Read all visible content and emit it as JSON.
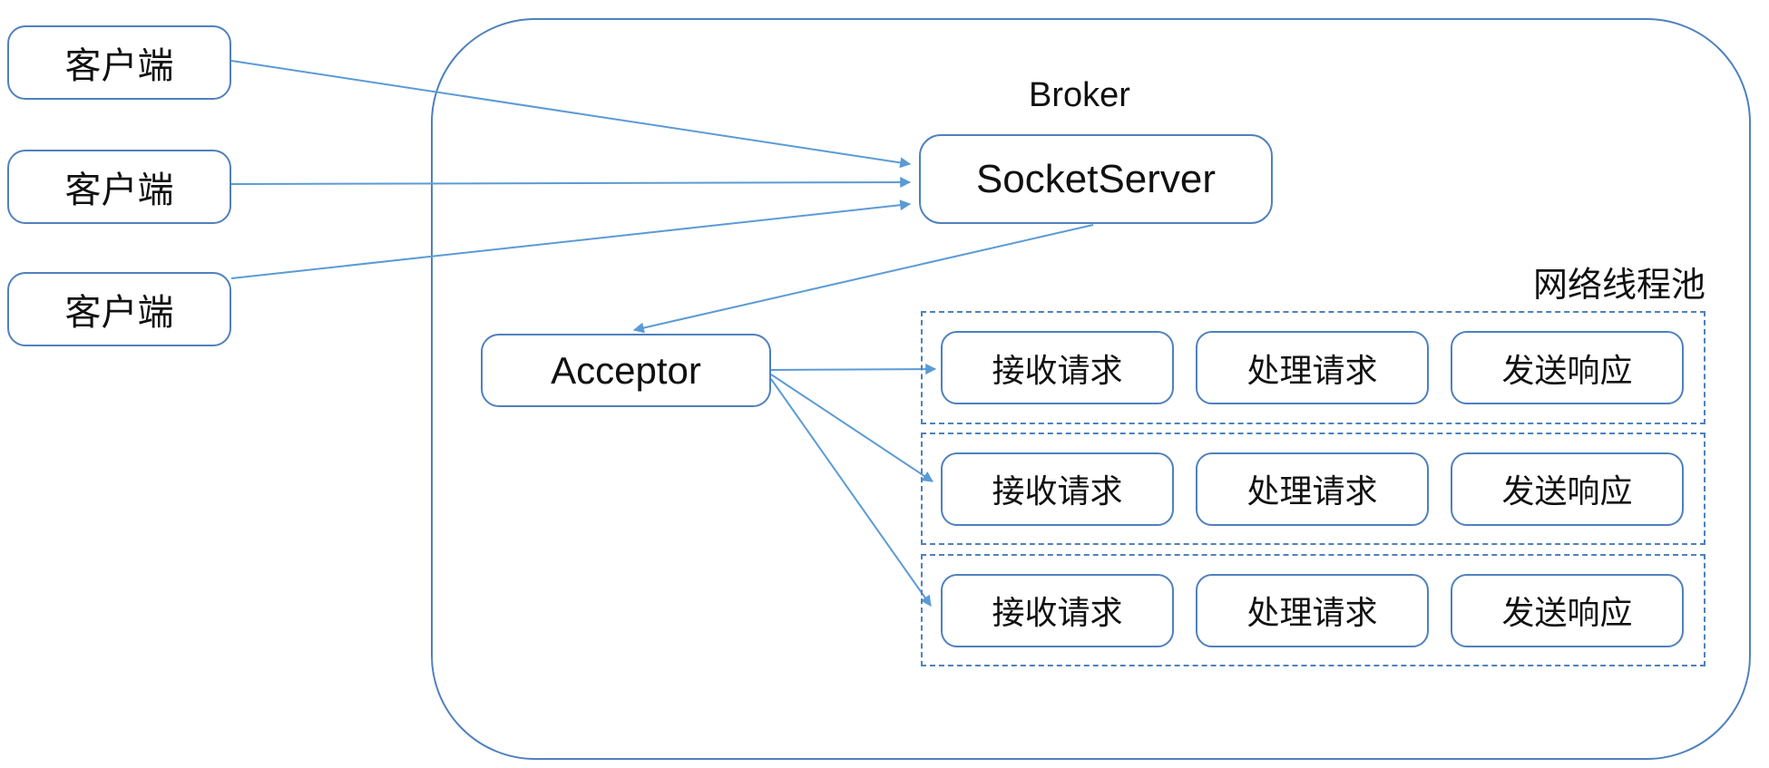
{
  "colors": {
    "box_border": "#4f81bd",
    "dashed_border": "#4f81bd",
    "arrow": "#5b9bd5",
    "text": "#111111",
    "background": "#ffffff"
  },
  "clients": [
    {
      "label": "客户端"
    },
    {
      "label": "客户端"
    },
    {
      "label": "客户端"
    }
  ],
  "broker": {
    "title": "Broker",
    "socket_server_label": "SocketServer",
    "acceptor_label": "Acceptor"
  },
  "pool": {
    "label": "网络线程池",
    "rows": [
      {
        "boxes": [
          "接收请求",
          "处理请求",
          "发送响应"
        ]
      },
      {
        "boxes": [
          "接收请求",
          "处理请求",
          "发送响应"
        ]
      },
      {
        "boxes": [
          "接收请求",
          "处理请求",
          "发送响应"
        ]
      }
    ]
  },
  "edges": [
    {
      "from": "client-1",
      "to": "socket-server"
    },
    {
      "from": "client-2",
      "to": "socket-server"
    },
    {
      "from": "client-3",
      "to": "socket-server"
    },
    {
      "from": "socket-server",
      "to": "acceptor"
    },
    {
      "from": "acceptor",
      "to": "pool-row-1-receive"
    },
    {
      "from": "acceptor",
      "to": "pool-row-2-receive"
    },
    {
      "from": "acceptor",
      "to": "pool-row-3-receive"
    }
  ]
}
